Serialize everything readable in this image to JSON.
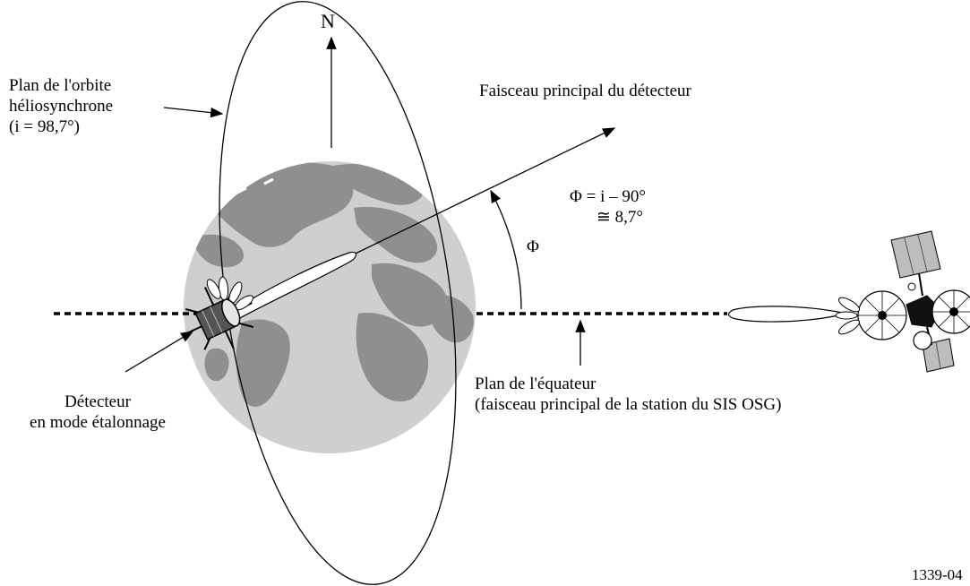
{
  "labels": {
    "north": "N",
    "orbit_plane": [
      "Plan de l'orbite",
      "héliosynchrone",
      "(i = 98,7°)"
    ],
    "main_beam": "Faisceau principal du détecteur",
    "phi_formula": [
      "Φ = i – 90°",
      "≅ 8,7°"
    ],
    "phi": "Φ",
    "detector": [
      "Détecteur",
      "en mode étalonnage"
    ],
    "equator_plane": [
      "Plan de l'équateur",
      "(faisceau principal de la station du SIS OSG)"
    ],
    "figure_id": "1339-04"
  },
  "colors": {
    "earth_fill": "#cfcfcf",
    "land_fill": "#8f8f8f",
    "line": "#000000"
  },
  "icons": {
    "detector_satellite": "satellite-with-antennas",
    "gso_satellite": "satellite-with-dish-antennas-and-solar-panels"
  }
}
